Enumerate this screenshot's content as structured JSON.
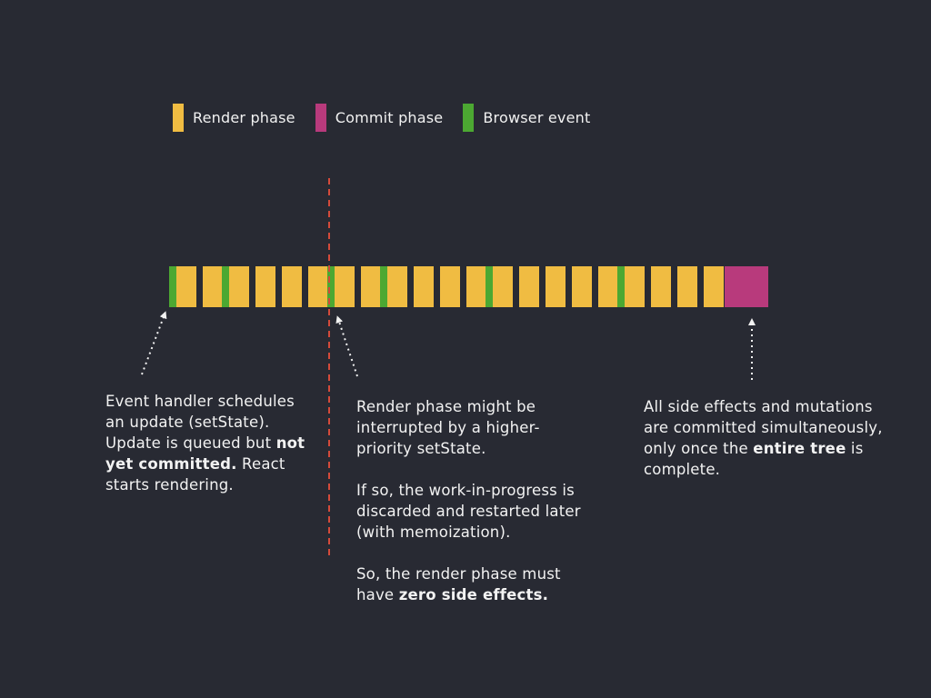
{
  "colors": {
    "background": "#282a33",
    "render": "#f0bc42",
    "commit": "#b83a7c",
    "browser_event": "#4ca832",
    "divider": "#d44a3a",
    "text": "#f2f2f2"
  },
  "legend": [
    {
      "label": "Render phase",
      "color": "#f0bc42"
    },
    {
      "label": "Commit phase",
      "color": "#b83a7c"
    },
    {
      "label": "Browser event",
      "color": "#4ca832"
    }
  ],
  "timeline": {
    "render_blocks": 21,
    "browser_event_before_blocks": [
      0,
      2,
      6,
      8,
      12,
      17
    ],
    "commit_blocks": 1,
    "interruption_after_blocks": 6
  },
  "captions": {
    "event_handler": {
      "text_1": "Event handler schedules an update (setState). Update is queued but ",
      "bold_1": "not yet committed.",
      "text_2": " React starts rendering."
    },
    "render_phase": {
      "p1": "Render phase might be interrupted by a higher-priority setState.",
      "p2": "If so, the work-in-progress is discarded and restarted later (with memoization).",
      "p3_text": "So, the render phase must have ",
      "p3_bold": "zero side effects."
    },
    "commit": {
      "text_1": "All side effects and mutations are committed simultaneously, only once the ",
      "bold_1": "entire tree",
      "text_2": " is complete."
    }
  }
}
